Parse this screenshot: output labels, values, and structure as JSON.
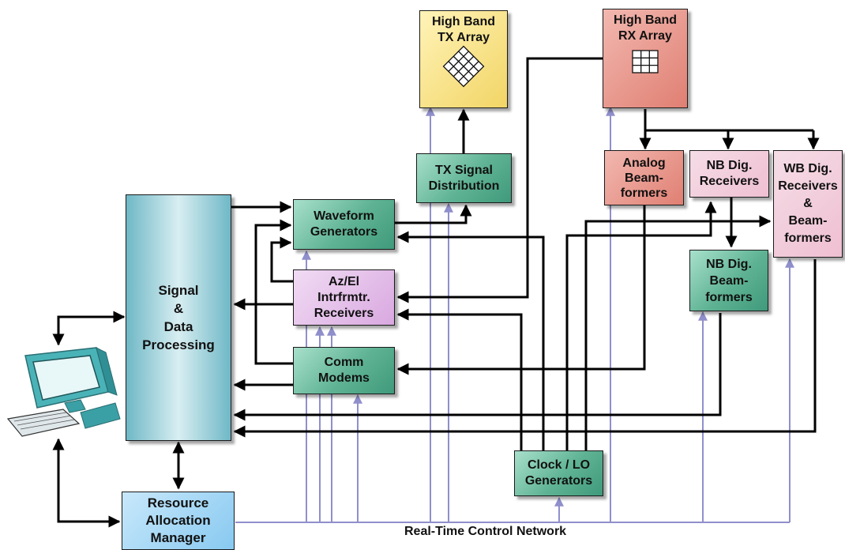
{
  "diagram": {
    "blocks": {
      "tx_array": [
        "High Band",
        "TX Array"
      ],
      "rx_array": [
        "High Band",
        "RX Array"
      ],
      "tx_dist": [
        "TX Signal",
        "Distribution"
      ],
      "analog_bf": [
        "Analog",
        "Beam-",
        "formers"
      ],
      "nb_rcv": [
        "NB Dig.",
        "Receivers"
      ],
      "wb_rcv": [
        "WB Dig.",
        "Receivers",
        "&",
        "Beam-",
        "formers"
      ],
      "waveform": [
        "Waveform",
        "Generators"
      ],
      "azel": [
        "Az/El",
        "Intrfrmtr.",
        "Receivers"
      ],
      "nb_bf": [
        "NB Dig.",
        "Beam-",
        "formers"
      ],
      "sdp": [
        "Signal",
        "&",
        "Data",
        "Processing"
      ],
      "comm": [
        "Comm",
        "Modems"
      ],
      "clock": [
        "Clock / LO",
        "Generators"
      ],
      "ram": [
        "Resource",
        "Allocation",
        "Manager"
      ]
    },
    "network_label": "Real-Time Control Network",
    "colors": {
      "signal_line": "#000000",
      "control_line": "#8f8fcc"
    }
  }
}
